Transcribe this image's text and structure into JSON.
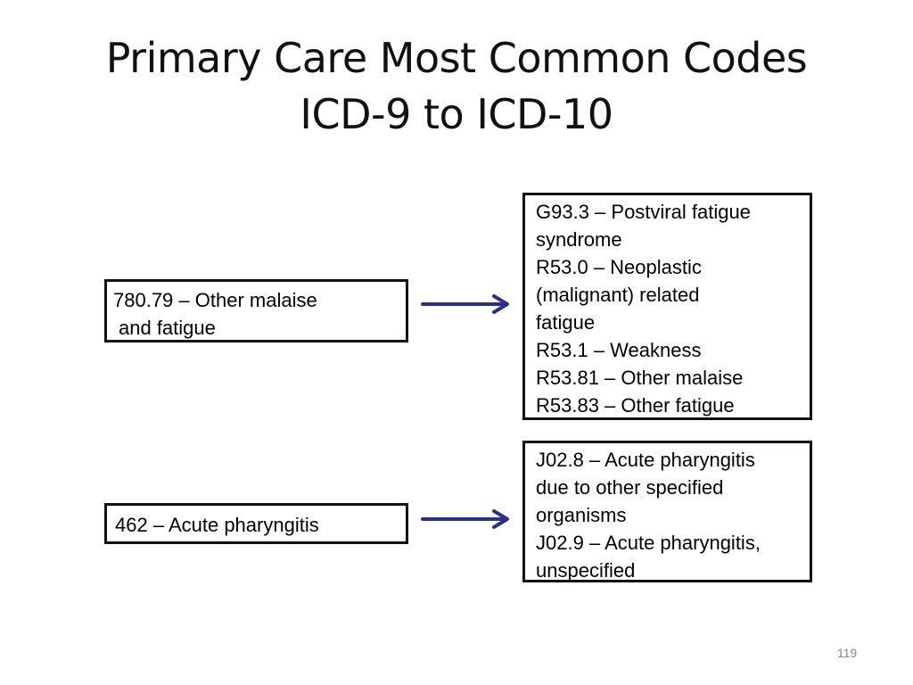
{
  "slide": {
    "title_lines": [
      "Primary Care Most Common Codes",
      "ICD-9 to ICD-10"
    ],
    "page_number": "119"
  },
  "mappings": [
    {
      "icd9_lines": [
        "780.79 – Other malaise",
        "and fatigue"
      ],
      "icd10_lines": [
        "G93.3 – Postviral fatigue",
        "syndrome",
        "R53.0 – Neoplastic",
        "(malignant) related",
        "fatigue",
        "R53.1 – Weakness",
        "R53.81 – Other malaise",
        "R53.83 – Other fatigue"
      ]
    },
    {
      "icd9_lines": [
        "462 – Acute pharyngitis"
      ],
      "icd10_lines": [
        "J02.8 – Acute pharyngitis",
        "due to other specified",
        "organisms",
        "J02.9 – Acute pharyngitis,",
        "unspecified"
      ]
    }
  ],
  "colors": {
    "arrow": "#2b2f8a",
    "box_border": "#111111",
    "page_number": "#888888"
  },
  "icons": {
    "mapping_arrow": "arrow-right-icon"
  }
}
